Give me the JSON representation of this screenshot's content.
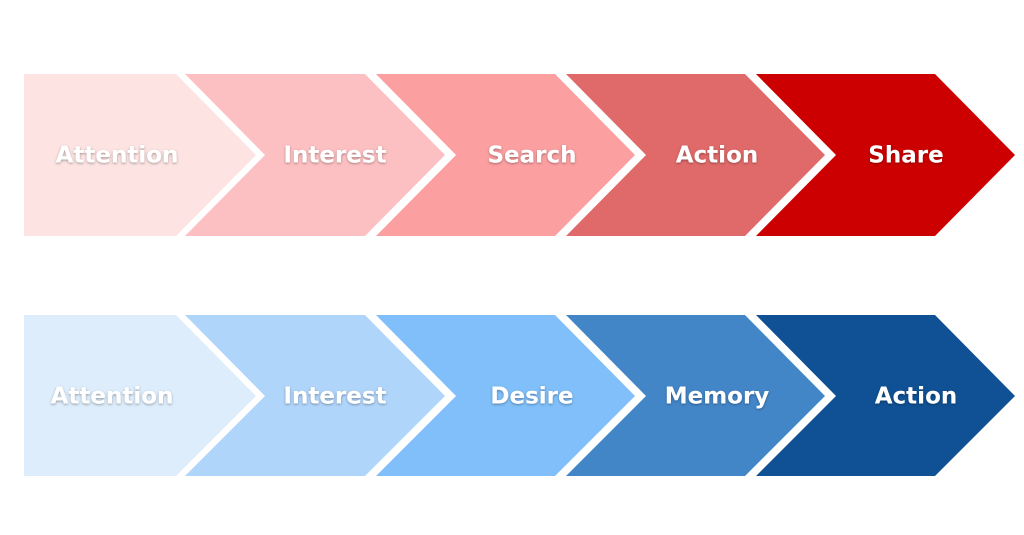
{
  "rows": [
    {
      "stages": [
        {
          "label": "Attention",
          "color": "#FDE3E2"
        },
        {
          "label": "Interest",
          "color": "#FDC0C2"
        },
        {
          "label": "Search",
          "color": "#FC9FA1"
        },
        {
          "label": "Action",
          "color": "#E06969"
        },
        {
          "label": "Share",
          "color": "#CC0000"
        }
      ]
    },
    {
      "stages": [
        {
          "label": "Attention",
          "color": "#DDEDFC"
        },
        {
          "label": "Interest",
          "color": "#B0D5FB"
        },
        {
          "label": "Desire",
          "color": "#80BFFA"
        },
        {
          "label": "Memory",
          "color": "#4286C8"
        },
        {
          "label": "Action",
          "color": "#0F5194"
        }
      ]
    }
  ]
}
